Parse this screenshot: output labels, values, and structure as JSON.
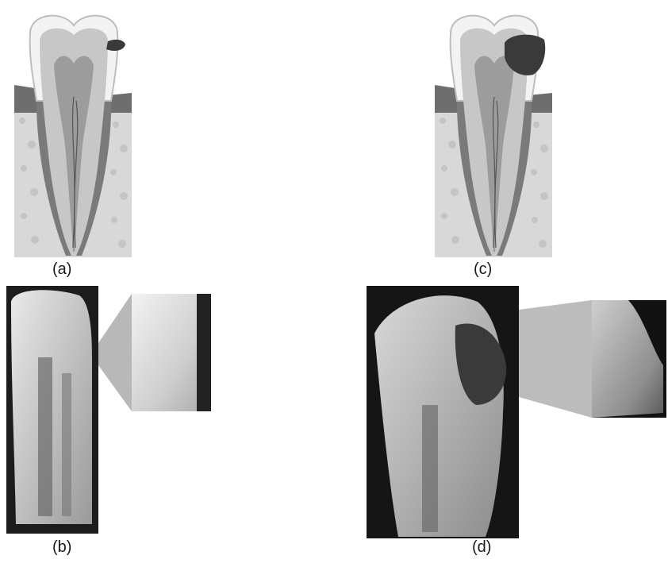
{
  "figure": {
    "panels": [
      {
        "id": "a",
        "label": "(a)",
        "content": "tooth-illustration-small-caries"
      },
      {
        "id": "b",
        "label": "(b)",
        "content": "xray-small-caries-with-zoom"
      },
      {
        "id": "c",
        "label": "(c)",
        "content": "tooth-illustration-large-caries"
      },
      {
        "id": "d",
        "label": "(d)",
        "content": "xray-large-caries-with-zoom"
      }
    ]
  },
  "colors": {
    "enamel": "#f2f2f2",
    "dentin": "#c9c9c9",
    "pulp": "#9a9a9a",
    "gum": "#6e6e6e",
    "bone": "#dcdcdc",
    "caries": "#3a3a3a",
    "background": "#ffffff"
  }
}
